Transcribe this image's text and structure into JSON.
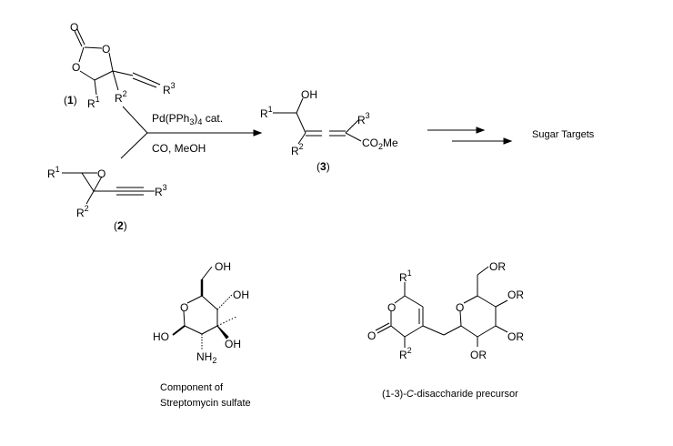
{
  "compound1": {
    "number": "1",
    "carbonyl_o": "O",
    "ring_o1": "O",
    "ring_o2": "O",
    "r1": "R",
    "r1_sup": "1",
    "r2": "R",
    "r2_sup": "2",
    "r3": "R",
    "r3_sup": "3"
  },
  "compound2": {
    "number": "2",
    "o": "O",
    "r1": "R",
    "r1_sup": "1",
    "r2": "R",
    "r2_sup": "2",
    "r3": "R",
    "r3_sup": "3"
  },
  "reagents": {
    "catalyst": "Pd(PPh",
    "catalyst_sub": "3",
    "catalyst_sub2": "4",
    "catalyst_tail": " cat.",
    "conditions": "CO, MeOH"
  },
  "compound3": {
    "number": "3",
    "oh": "OH",
    "r1": "R",
    "r1_sup": "1",
    "r2": "R",
    "r2_sup": "2",
    "r3": "R",
    "r3_sup": "3",
    "ester": "CO",
    "ester_sub": "2",
    "ester_tail": "Me"
  },
  "targets_label": "Sugar Targets",
  "streptomycin": {
    "ring_o": "O",
    "oh_ch2": "OH",
    "oh_c4": "OH",
    "oh_c3": "OH",
    "ho_c1": "HO",
    "nh": "NH",
    "nh_sub": "2",
    "caption_line1": "Component  of",
    "caption_line2": "Streptomycin sulfate"
  },
  "disaccharide": {
    "ring_o1": "O",
    "carbonyl_o": "O",
    "ring_o2": "O",
    "r1": "R",
    "r1_sup": "1",
    "r2": "R",
    "r2_sup": "2",
    "or1": "OR",
    "or2": "OR",
    "or3": "OR",
    "or4": "OR",
    "caption_pre": "(1-3)-",
    "caption_italic": "C",
    "caption_post": "-disaccharide precursor"
  }
}
